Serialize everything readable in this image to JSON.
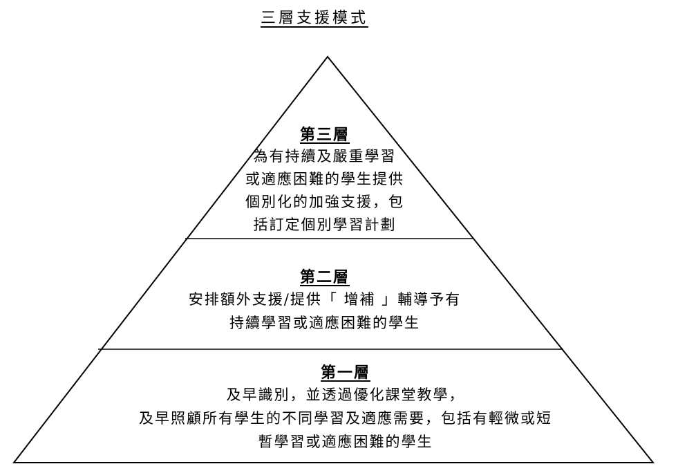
{
  "title": "三層支援模式",
  "tiers": [
    {
      "heading": "第三層",
      "lines": [
        "為有持續及嚴重學習",
        "或適應困難的學生提供",
        "個別化的加強支援，包",
        "括訂定個別學習計劃"
      ]
    },
    {
      "heading": "第二層",
      "lines": [
        "安排額外支援/提供「 增補 」輔導予有",
        "持續學習或適應困難的學生"
      ]
    },
    {
      "heading": "第一層",
      "lines": [
        "及早識別，並透過優化課堂教學，",
        "及早照顧所有學生的不同學習及適應需要，包括有輕微或短",
        "暫學習或適應困難的學生"
      ]
    }
  ],
  "colors": {
    "line": "#000000",
    "text": "#000000",
    "background": "#ffffff"
  }
}
